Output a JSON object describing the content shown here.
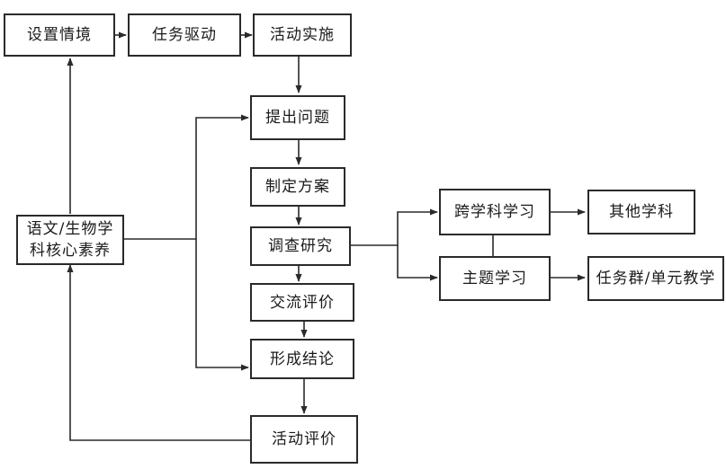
{
  "nodes": {
    "set_situation": "设置情境",
    "task_driven": "任务驱动",
    "activity_implement": "活动实施",
    "raise_question": "提出问题",
    "make_plan": "制定方案",
    "investigate": "调查研究",
    "communicate": "交流评价",
    "conclusion": "形成结论",
    "activity_evaluate": "活动评价",
    "literacy_line1": "语文/生物学",
    "literacy_line2": "科核心素养",
    "cross_subject": "跨学科学习",
    "theme_learning": "主题学习",
    "other_subjects": "其他学科",
    "task_group": "任务群/单元教学"
  }
}
